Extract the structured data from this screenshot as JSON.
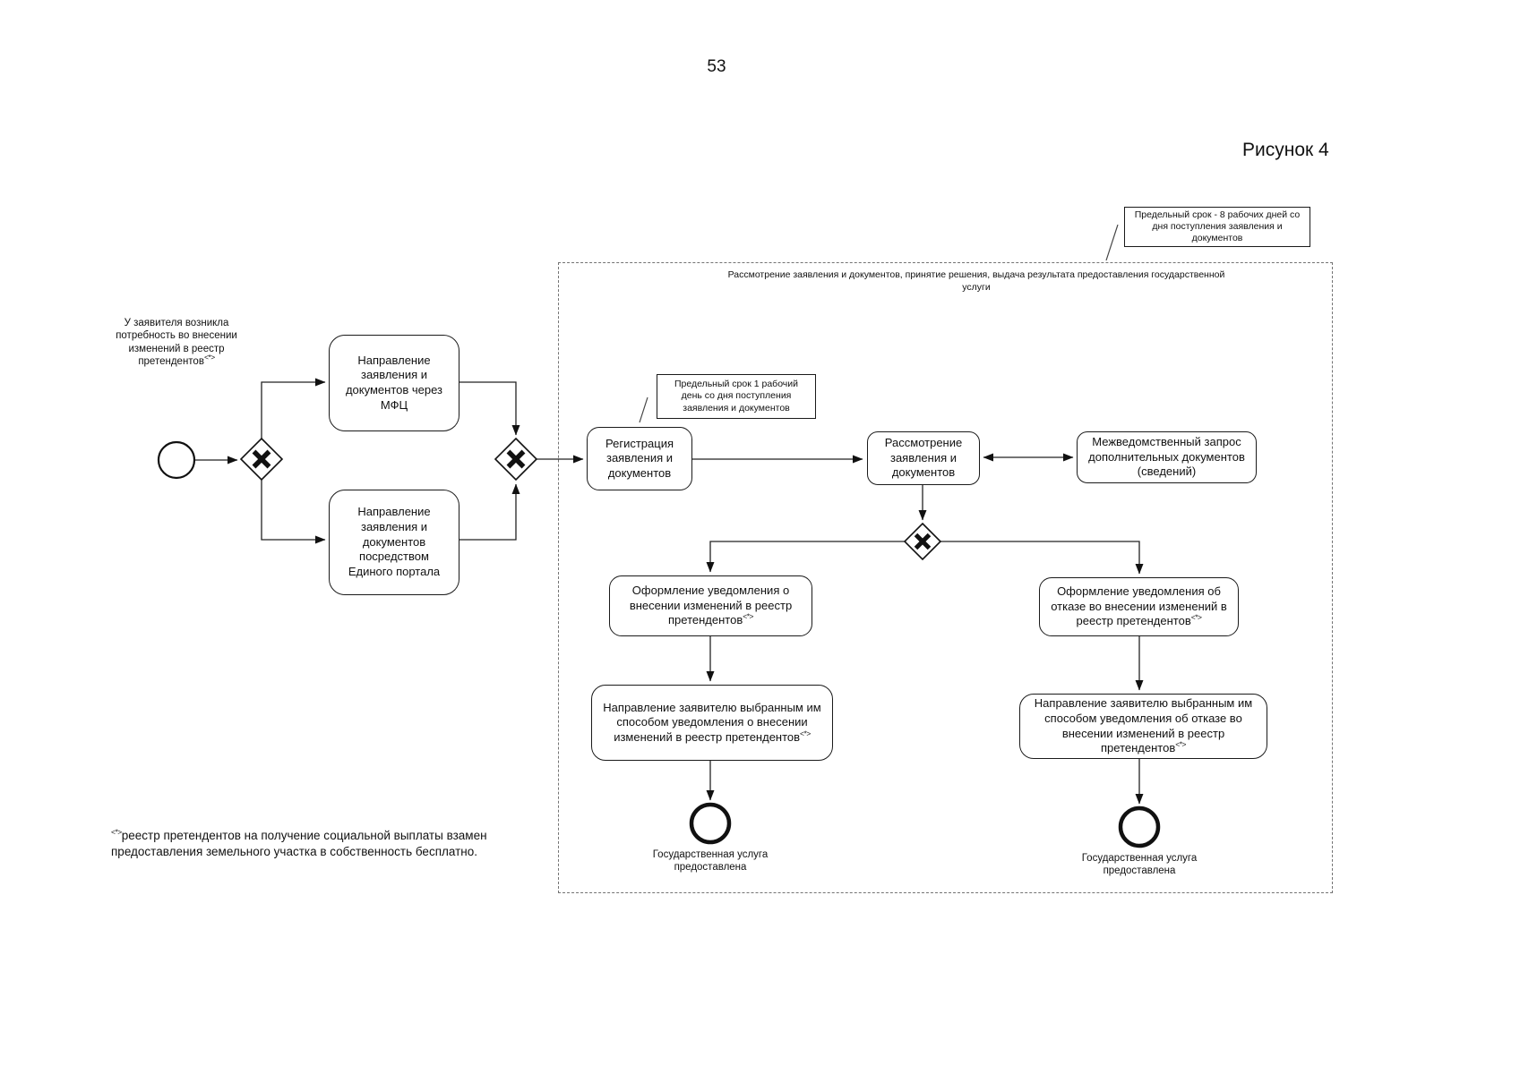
{
  "page": {
    "number": "53",
    "figure_caption": "Рисунок 4"
  },
  "diagram": {
    "colors": {
      "ink": "#111111",
      "dashed_border": "#737373"
    },
    "annotations": {
      "deadline_total": {
        "text": "Предельный срок - 8 рабочих дней со дня поступления заявления и документов"
      },
      "deadline_registration": {
        "text": "Предельный срок 1 рабочий день со дня поступления заявления и документов"
      }
    },
    "subprocess_title": "Рассмотрение заявления и документов, принятие решения, выдача результата предоставления государственной услуги",
    "start_event": {
      "label": "У заявителя возникла потребность во внесении изменений в реестр претендентов",
      "marker": "<*>"
    },
    "tasks": {
      "mfc": {
        "label": "Направление заявления и документов через МФЦ"
      },
      "portal": {
        "label": "Направление заявления и документов посредством Единого портала"
      },
      "registration": {
        "label": "Регистрация заявления и документов"
      },
      "review": {
        "label": "Рассмотрение заявления и документов"
      },
      "interagency": {
        "label": "Межведомственный запрос дополнительных документов (сведений)"
      },
      "notify_change": {
        "label": "Оформление уведомления о внесении изменений в реестр претендентов",
        "marker": "<*>"
      },
      "notify_refusal": {
        "label": "Оформление уведомления об отказе во внесении изменений в реестр претендентов",
        "marker": "<*>"
      },
      "send_change": {
        "label": "Направление заявителю выбранным им способом уведомления о внесении изменений в реестр претендентов",
        "marker": "<*>"
      },
      "send_refusal": {
        "label": "Направление заявителю выбранным им способом уведомления об отказе во внесении изменений в реестр претендентов",
        "marker": "<*>"
      }
    },
    "end_events": {
      "left": {
        "label": "Государственная услуга предоставлена"
      },
      "right": {
        "label": "Государственная услуга предоставлена"
      }
    },
    "footnote": {
      "marker": "<*>",
      "text": "реестр претендентов на получение социальной выплаты взамен предоставления земельного участка в собственность бесплатно."
    }
  }
}
